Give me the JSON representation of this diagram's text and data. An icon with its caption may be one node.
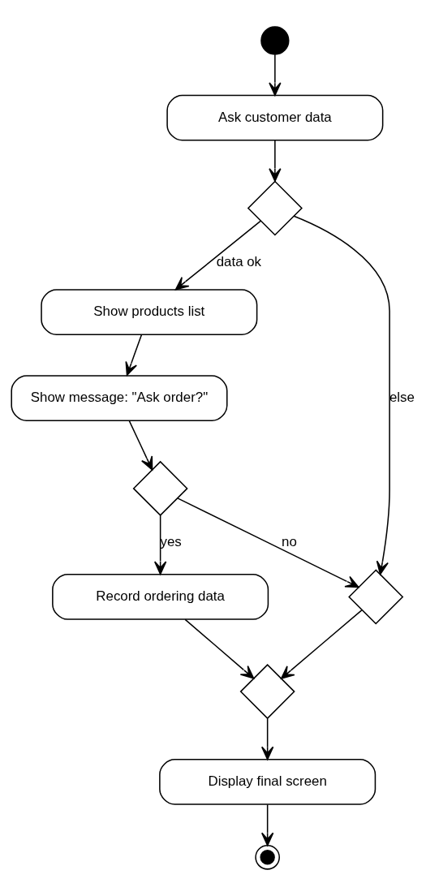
{
  "diagram": {
    "nodes": [
      {
        "text": [],
        "shape": "circle"
      },
      {
        "text": [
          "Ask customer data"
        ]
      },
      {
        "text": [],
        "shape": "diamond"
      },
      {
        "text": [
          "Show products list"
        ]
      },
      {
        "text": [
          "Show message: \"Ask order?\""
        ]
      },
      {
        "text": [],
        "shape": "diamond"
      },
      {
        "text": [],
        "shape": "diamond"
      },
      {
        "text": [
          "Record ordering data"
        ]
      },
      {
        "text": [],
        "shape": "diamond"
      },
      {
        "text": [
          "Display final screen"
        ]
      },
      {
        "text": [],
        "shape": "circle"
      }
    ],
    "edges": [
      {
        "from": 0,
        "to": 1,
        "arrow": "to"
      },
      {
        "from": 1,
        "to": 2,
        "arrow": "to"
      },
      {
        "from": 2,
        "to": 3,
        "arrow": "to",
        "label": "data ok"
      },
      {
        "from": 2,
        "to": 6,
        "arrow": "to",
        "label": "else"
      },
      {
        "from": 3,
        "to": 4,
        "arrow": "to"
      },
      {
        "from": 4,
        "to": 5,
        "arrow": "to"
      },
      {
        "from": 5,
        "to": 7,
        "arrow": "to",
        "label": "yes"
      },
      {
        "from": 5,
        "to": 6,
        "arrow": "to",
        "label": "no"
      },
      {
        "from": 6,
        "to": 8,
        "arrow": "to"
      },
      {
        "from": 7,
        "to": 8,
        "arrow": "to"
      },
      {
        "from": 8,
        "to": 9,
        "arrow": "to"
      },
      {
        "from": 9,
        "to": 10,
        "arrow": "to"
      }
    ]
  }
}
